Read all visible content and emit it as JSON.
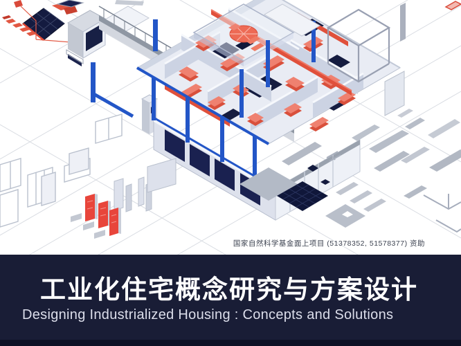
{
  "cover": {
    "funding_note": "国家自然科学基金面上项目 (51378352, 51578377) 资助",
    "title_cn": "工业化住宅概念研究与方案设计",
    "title_en": "Designing Industrialized Housing : Concepts and Solutions"
  },
  "colors": {
    "band_navy": "#191d36",
    "structure_blue": "#2356c7",
    "furniture_coral": "#e8604c",
    "panel_navy": "#141b3e",
    "slab_gray": "#b4bac5"
  }
}
